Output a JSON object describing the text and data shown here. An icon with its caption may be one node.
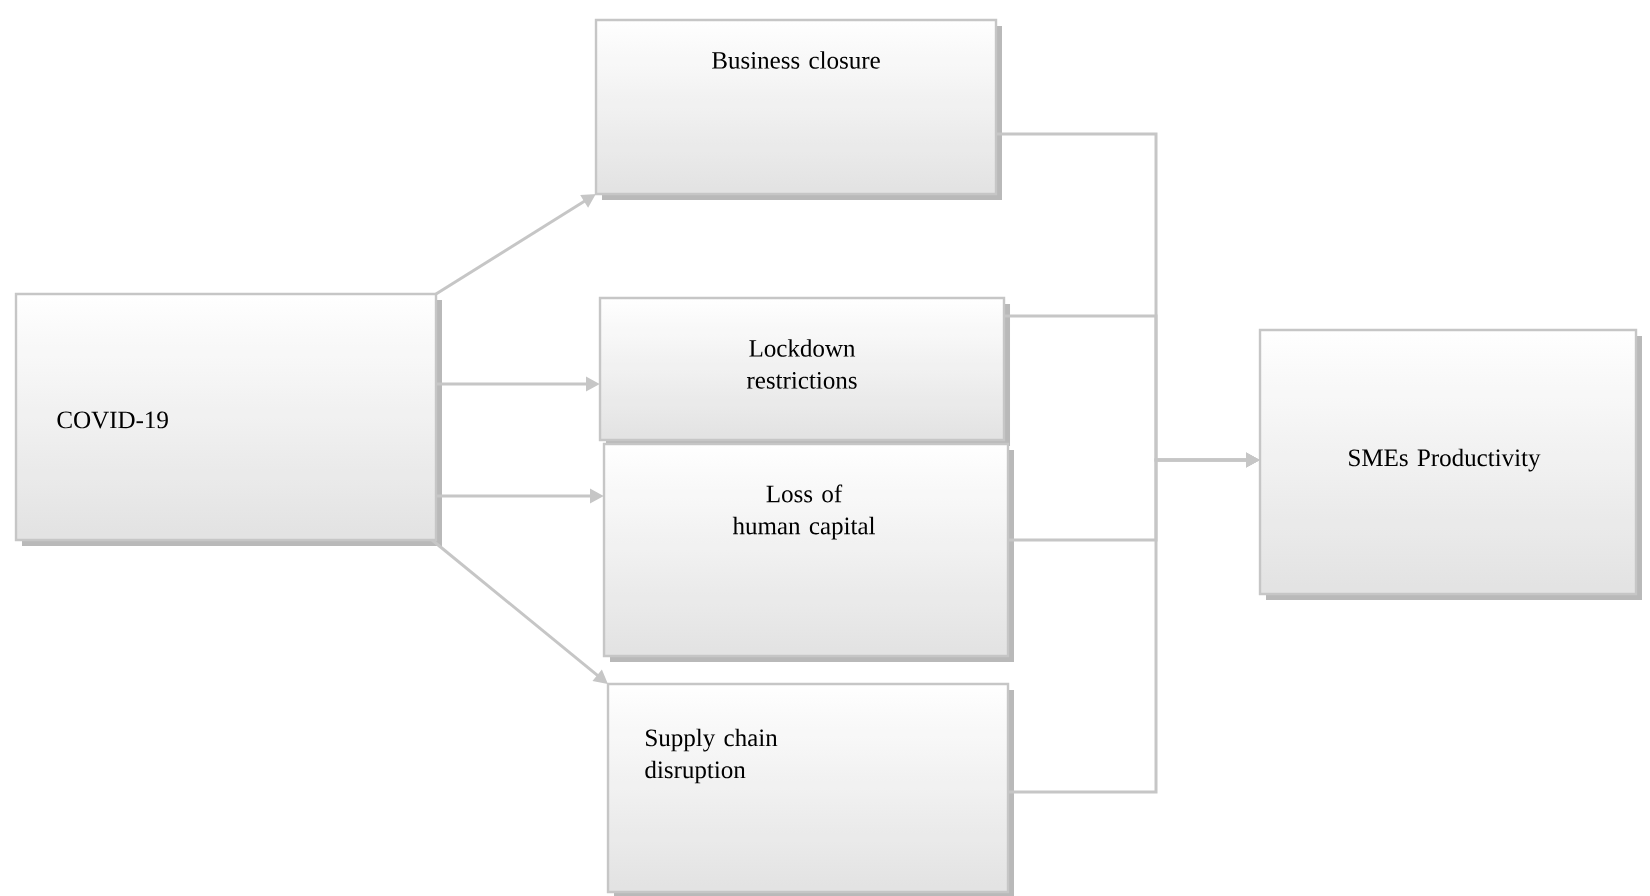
{
  "diagram": {
    "nodes": [
      {
        "text": [
          "COVID-19"
        ]
      },
      {
        "text": [
          "Business closure"
        ]
      },
      {
        "text": [
          "Lockdown restrictions"
        ]
      },
      {
        "text": [
          "Loss of human capital"
        ]
      },
      {
        "text": [
          "Supply chain disruption"
        ]
      },
      {
        "text": [
          "SMEs Productivity"
        ]
      }
    ],
    "edges": [
      {
        "from": 0,
        "to": 1,
        "arrow": "to"
      },
      {
        "from": 0,
        "to": 2,
        "arrow": "to"
      },
      {
        "from": 0,
        "to": 3,
        "arrow": "to"
      },
      {
        "from": 0,
        "to": 4,
        "arrow": "to"
      },
      {
        "from": 1,
        "to": 5,
        "arrow": "to"
      },
      {
        "from": 2,
        "to": 5,
        "arrow": "to"
      },
      {
        "from": 3,
        "to": 5,
        "arrow": "to"
      },
      {
        "from": 4,
        "to": 5,
        "arrow": "to"
      }
    ]
  }
}
